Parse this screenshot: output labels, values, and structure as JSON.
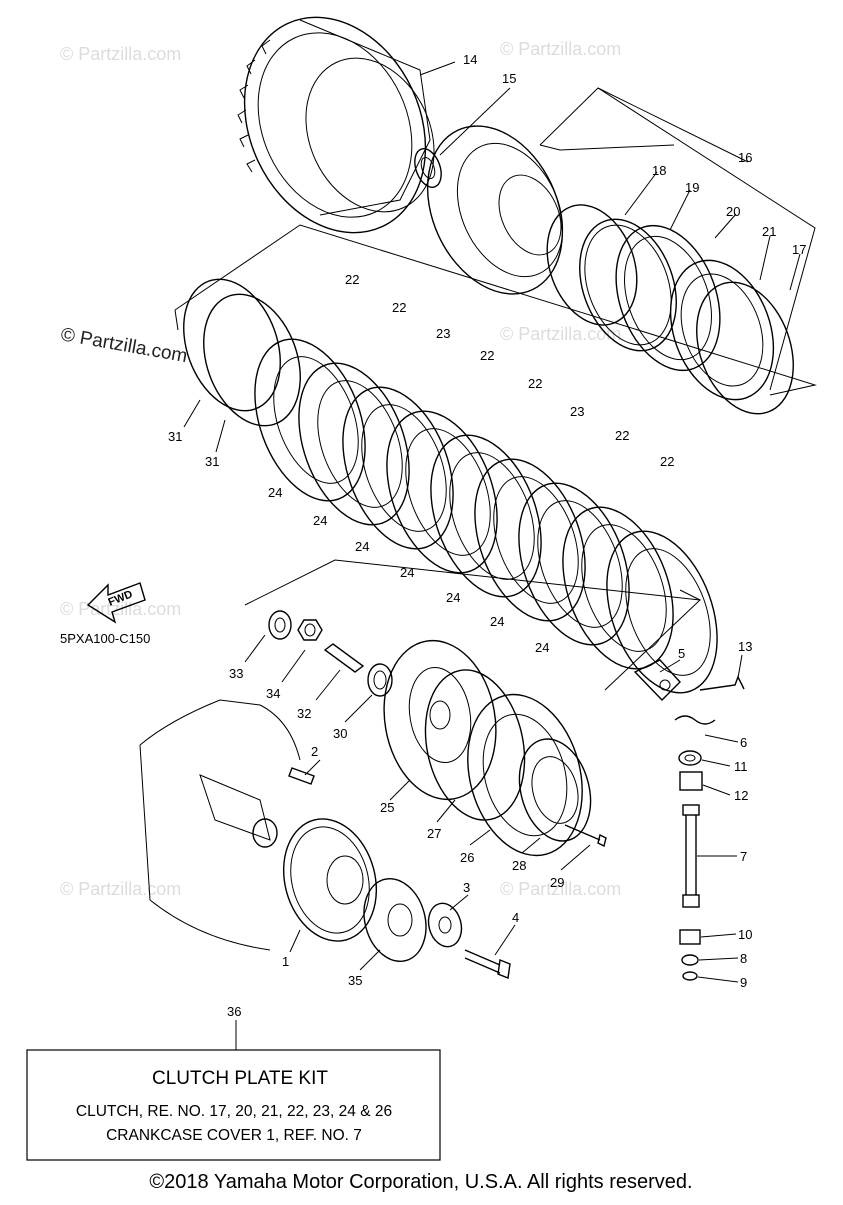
{
  "diagram": {
    "callouts": {
      "c1": "1",
      "c2": "2",
      "c3": "3",
      "c4": "4",
      "c5": "5",
      "c6": "6",
      "c7": "7",
      "c8": "8",
      "c9": "9",
      "c10": "10",
      "c11": "11",
      "c12": "12",
      "c13": "13",
      "c14": "14",
      "c15": "15",
      "c16": "16",
      "c17": "17",
      "c18": "18",
      "c19": "19",
      "c20": "20",
      "c21": "21",
      "c22": "22",
      "c23": "23",
      "c24": "24",
      "c25": "25",
      "c26": "26",
      "c27": "27",
      "c28": "28",
      "c29": "29",
      "c30": "30",
      "c31": "31",
      "c32": "32",
      "c33": "33",
      "c34": "34",
      "c35": "35",
      "c36": "36"
    },
    "fwd_label": "FWD",
    "diagram_code": "5PXA100-C150",
    "watermark_text": "© Partzilla.com",
    "watermark_main": "© Partzilla.com"
  },
  "kit_box": {
    "title": "CLUTCH PLATE KIT",
    "line1": "CLUTCH, RE. NO. 17, 20, 21, 22, 23, 24 & 26",
    "line2": "CRANKCASE COVER 1, REF. NO. 7"
  },
  "footer": {
    "copyright": "©2018 Yamaha Motor Corporation, U.S.A. All rights reserved."
  }
}
